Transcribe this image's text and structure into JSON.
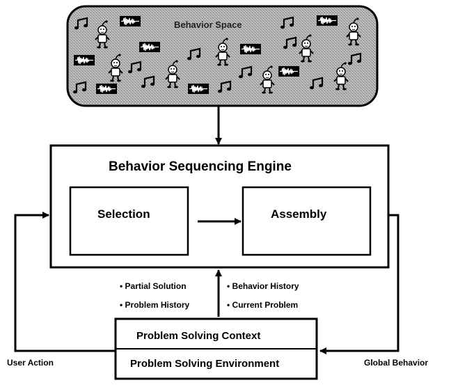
{
  "behavior_space": {
    "title": "Behavior Space",
    "icons": [
      "music-note-icon",
      "waveform-icon",
      "robot-character-icon"
    ]
  },
  "engine": {
    "title": "Behavior Sequencing Engine",
    "selection_label": "Selection",
    "assembly_label": "Assembly"
  },
  "context_labels": {
    "partial_solution": "• Partial Solution",
    "problem_history": "• Problem History",
    "behavior_history": "• Behavior History",
    "current_problem": "• Current Problem"
  },
  "problem_box": {
    "context": "Problem Solving Context",
    "environment": "Problem Solving Environment"
  },
  "side_labels": {
    "user_action": "User Action",
    "global_behavior": "Global Behavior"
  }
}
